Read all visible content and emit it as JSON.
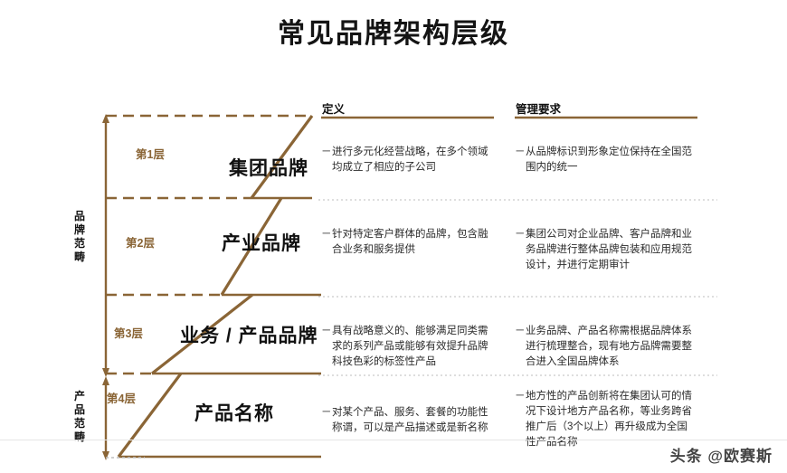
{
  "title": "常见品牌架构层级",
  "colors": {
    "accent_brown": "#8a6536",
    "text_dark": "#111111",
    "body_text": "#2b2b2b",
    "dotted_gray": "#bdbdbd",
    "background": "#ffffff"
  },
  "scopes": [
    {
      "id": "brand",
      "label": "品牌范畴"
    },
    {
      "id": "product",
      "label": "产品范畴"
    }
  ],
  "columns": {
    "definition": "定义",
    "management": "管理要求"
  },
  "levels": [
    {
      "tier": "第1层",
      "name": "集团品牌",
      "definition": "进行多元化经营战略，在多个领域均成立了相应的子公司",
      "management": "从品牌标识到形象定位保持在全国范围内的统一"
    },
    {
      "tier": "第2层",
      "name": "产业品牌",
      "definition": "针对特定客户群体的品牌，包含融合业务和服务提供",
      "management": "集团公司对企业品牌、客户品牌和业务品牌进行整体品牌包装和应用规范设计，并进行定期审计"
    },
    {
      "tier": "第3层",
      "name": "业务 / 产品品牌",
      "definition": "具有战略意义的、能够满足同类需求的系列产品或能够有效提升品牌科技色彩的标签性产品",
      "management": "业务品牌、产品名称需根据品牌体系进行梳理整合，现有地方品牌需要整合进入全国品牌体系"
    },
    {
      "tier": "第4层",
      "name": "产品名称",
      "definition": "对某个产品、服务、套餐的功能性称谓，可以是产品描述或是新名称",
      "management": "地方性的产品创新将在集团认可的情况下设计地方产品名称，等业务跨省推广后（3个以上）再升级成为全国性产品名称"
    }
  ],
  "bullet_dash": "－",
  "watermark": "头条 @欧赛斯"
}
